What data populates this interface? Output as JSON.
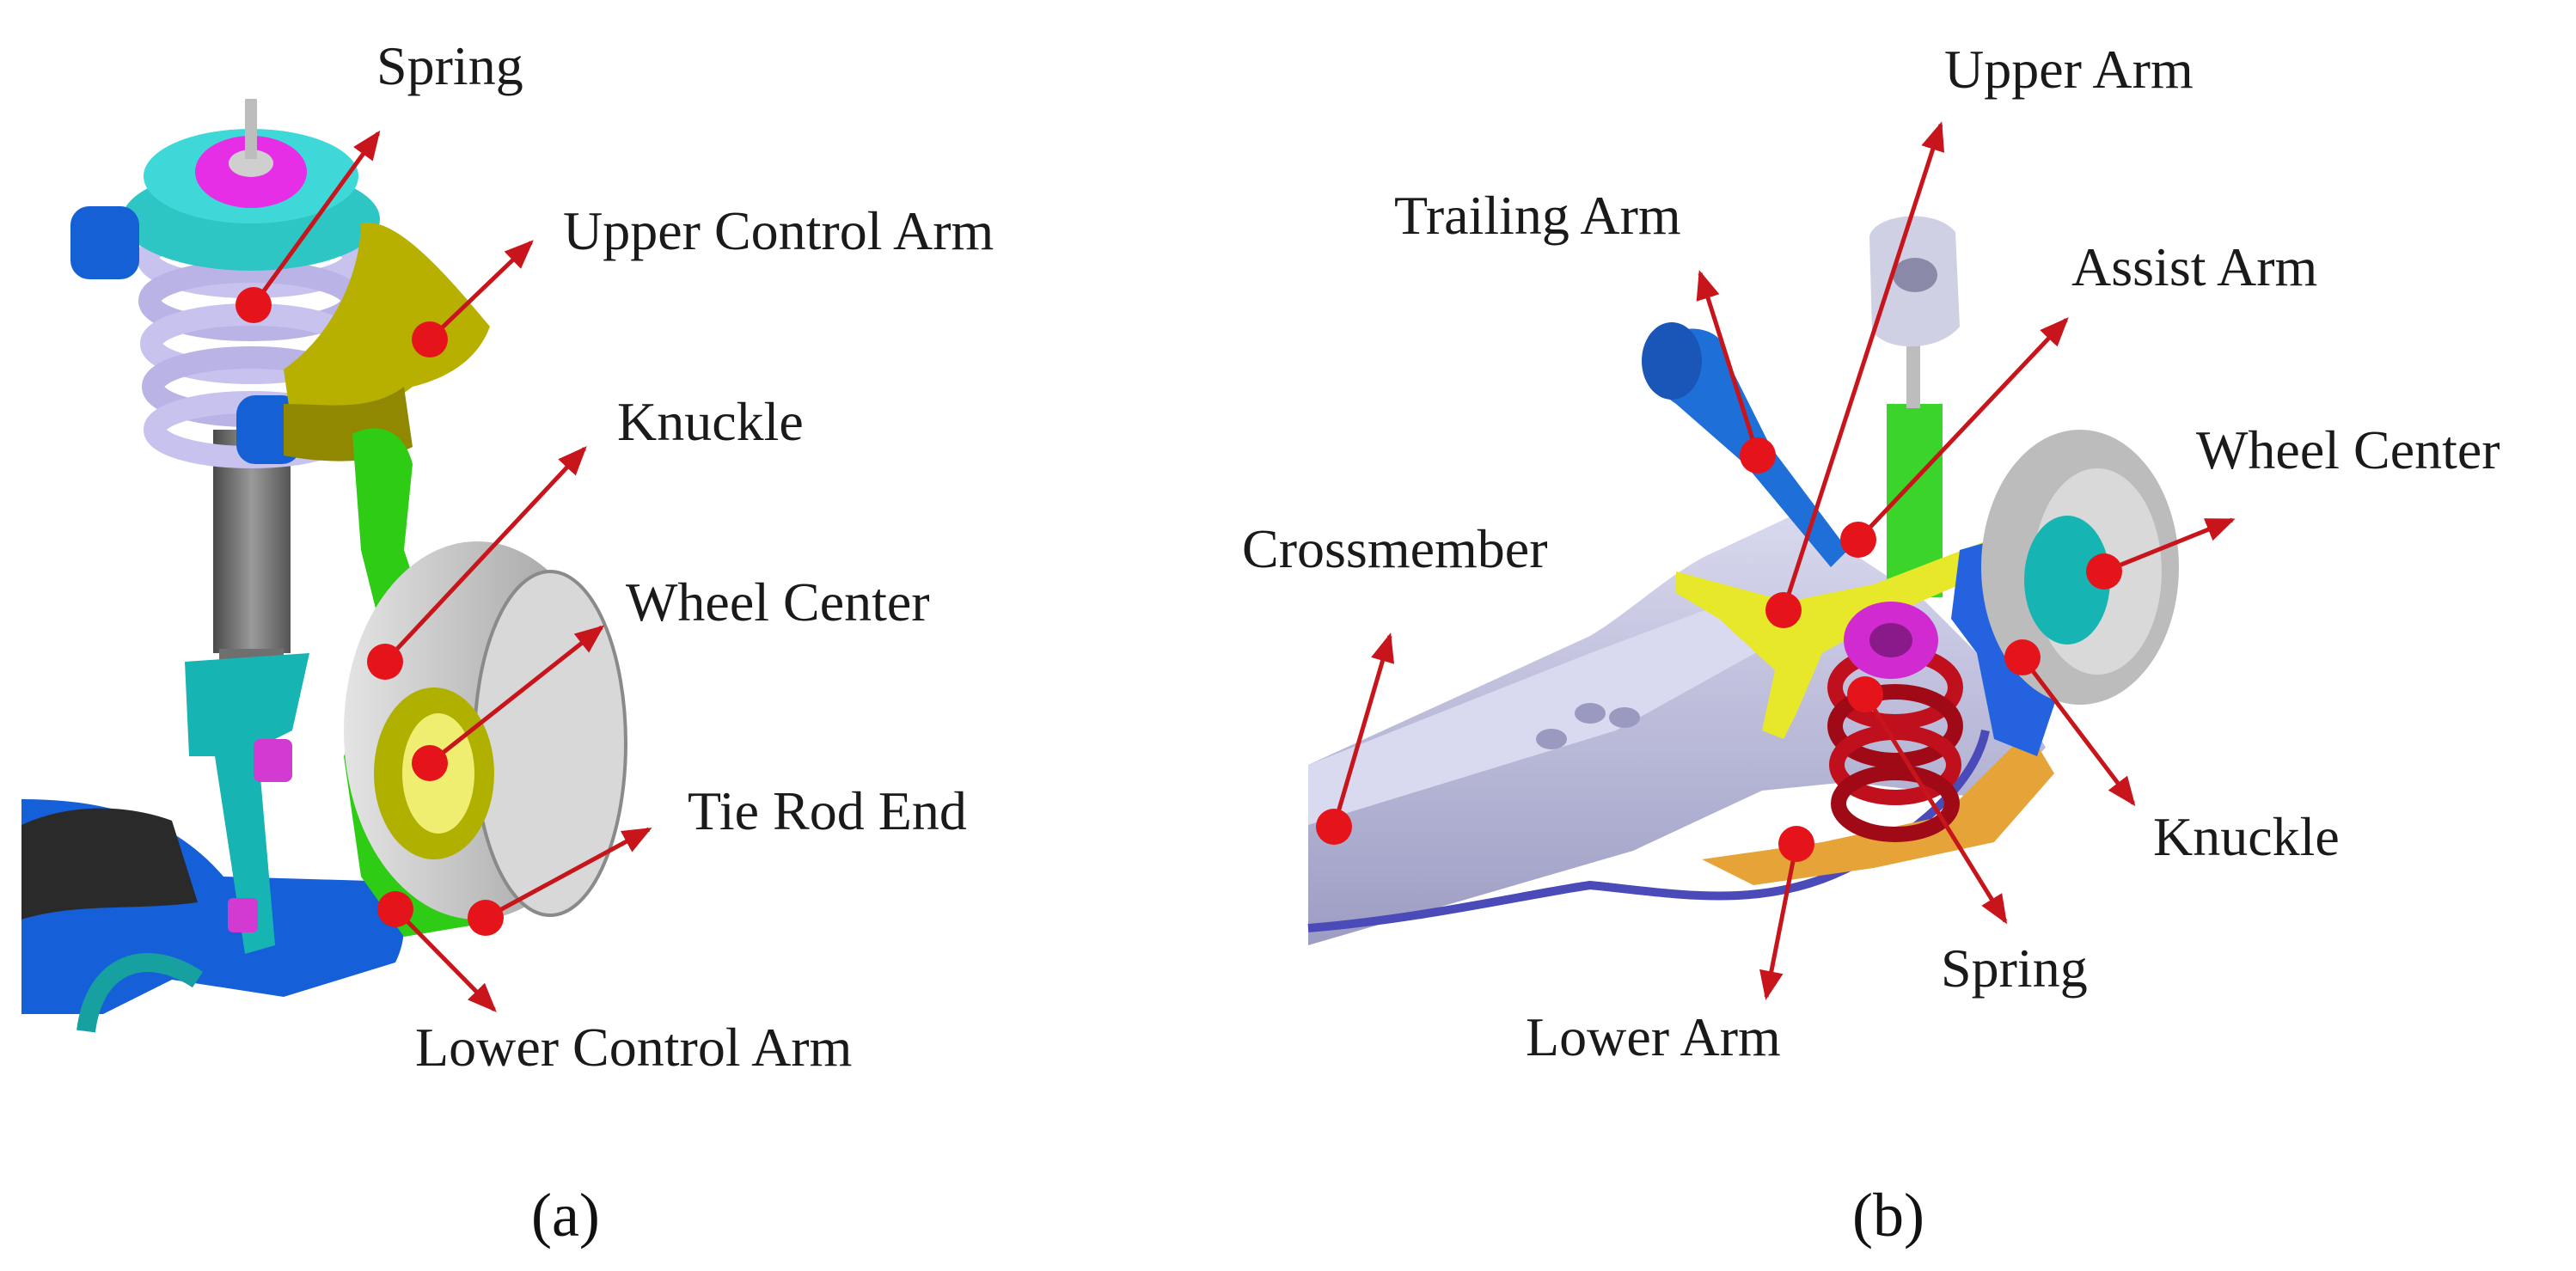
{
  "panel_a": {
    "caption": "(a)",
    "labels": {
      "spring": "Spring",
      "upper_control_arm": "Upper Control Arm",
      "knuckle": "Knuckle",
      "wheel_center": "Wheel Center",
      "tie_rod_end": "Tie Rod End",
      "lower_control_arm": "Lower Control Arm"
    }
  },
  "panel_b": {
    "caption": "(b)",
    "labels": {
      "upper_arm": "Upper Arm",
      "trailing_arm": "Trailing Arm",
      "assist_arm": "Assist Arm",
      "wheel_center": "Wheel Center",
      "crossmember": "Crossmember",
      "knuckle": "Knuckle",
      "spring": "Spring",
      "lower_arm": "Lower Arm"
    }
  },
  "colors": {
    "callout": "#e5141b",
    "spring_coil": "#c9c4ee",
    "strut_body": "#707070",
    "upper_control_arm": "#b8b000",
    "knuckle_a": "#2ecc14",
    "rotor": "#c4c4c4",
    "lower_control_arm": "#1560d8",
    "link": "#16b3b3",
    "mount_top": "#30d0d0",
    "mount_center": "#e62ee6",
    "crossmember": "#b9b9db",
    "upper_arm_b": "#e8e82a",
    "damper_b": "#3bd42b",
    "trailing_arm": "#1f6fd8",
    "knuckle_b": "#2462e0",
    "lower_arm_b": "#e6a438",
    "spring_b": "#c0101e",
    "stabilizer": "#4a4ab8"
  }
}
